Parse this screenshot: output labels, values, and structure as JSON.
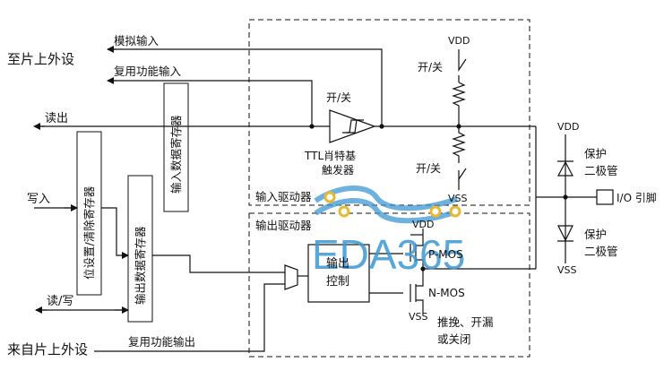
{
  "labels": {
    "to_onchip_peripheral": "至片上外设",
    "analog_input": "模拟输入",
    "alt_func_input": "复用功能输入",
    "read_out": "读出",
    "write_in": "写入",
    "read_write": "读/写",
    "from_onchip_peripheral": "来自片上外设",
    "alt_func_output": "复用功能输出",
    "input_data_register": "输入数据寄存器",
    "bit_set_reset_register": "位设置/清除寄存器",
    "output_data_register": "输出数据寄存器",
    "schmitt_trigger_line1": "TTL肖特基",
    "schmitt_trigger_line2": "触发器",
    "on_off": "开/关",
    "on_off_lower": "开/关",
    "on_off_trigger": "开/关",
    "vdd_top": "VDD",
    "vss_pulldown": "VSS",
    "vdd_out": "VDD",
    "vss_out": "VSS",
    "vdd_right": "VDD",
    "vss_right": "VSS",
    "input_driver": "输入驱动器",
    "output_driver": "输出驱动器",
    "output_control_line1": "输出",
    "output_control_line2": "控制",
    "pmos": "P-MOS",
    "nmos": "N-MOS",
    "mode_line1": "推挽、开漏",
    "mode_line2": "或关闭",
    "protect_diode_top_1": "保护",
    "protect_diode_top_2": "二极管",
    "protect_diode_bottom_1": "保护",
    "protect_diode_bottom_2": "二极管",
    "io_pin": "I/O 引脚",
    "watermark": "EDA365"
  },
  "colors": {
    "line": "#111111",
    "watermark_blue": "#3c98d4",
    "watermark_gold": "#e8b830"
  }
}
